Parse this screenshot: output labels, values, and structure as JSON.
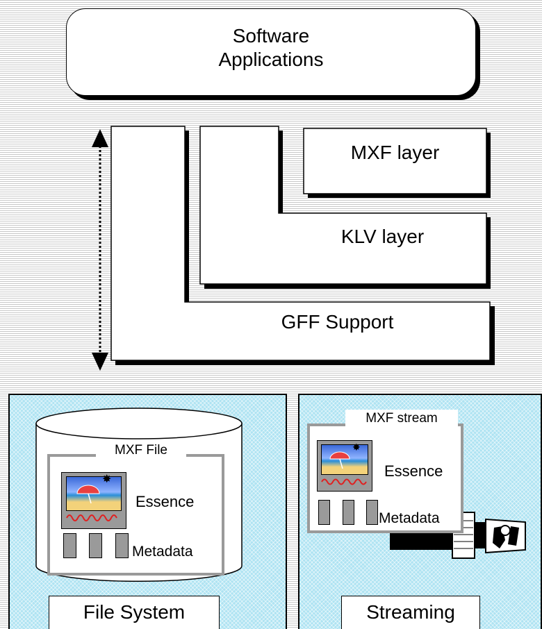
{
  "top_box": {
    "line1": "Software",
    "line2": "Applications"
  },
  "layers": {
    "mxf": "MXF layer",
    "klv": "KLV layer",
    "gff": "GFF Support"
  },
  "file_panel": {
    "container_label": "MXF File",
    "essence": "Essence",
    "metadata": "Metadata",
    "footer": "File System"
  },
  "stream_panel": {
    "container_label": "MXF stream",
    "essence": "Essence",
    "metadata": "Metadata",
    "footer": "Streaming"
  },
  "colors": {
    "panel_fill": "#aee3f2",
    "grey": "#9a9a9a"
  }
}
